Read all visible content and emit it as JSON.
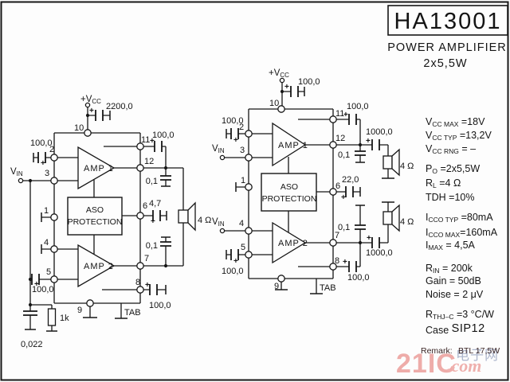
{
  "title_block": {
    "part": "HA13001",
    "type": "POWER  AMPLIFIER",
    "rating": "2x5,5W"
  },
  "specs": [
    {
      "pre": "V",
      "sub": "CC MAX",
      "rest": " =18V"
    },
    {
      "pre": "V",
      "sub": "CC TYP",
      "rest": " =13,2V"
    },
    {
      "pre": "V",
      "sub": "CC RNG",
      "rest": " = –"
    },
    {
      "pre": "P",
      "sub": "O",
      "rest": " =2x5,5W"
    },
    {
      "pre": "R",
      "sub": "L",
      "rest": " =4 Ω"
    },
    {
      "pre": "TDH =10%",
      "sub": "",
      "rest": ""
    },
    {
      "pre": "I",
      "sub": "CCO TYP",
      "rest": " =80mA"
    },
    {
      "pre": "I",
      "sub": "CCO MAX",
      "rest": "=160mA"
    },
    {
      "pre": "I",
      "sub": "MAX",
      "rest": " = 4,5A"
    },
    {
      "pre": "R",
      "sub": "IN",
      "rest": " = 200k"
    },
    {
      "pre": "Gain = 50dB",
      "sub": "",
      "rest": ""
    },
    {
      "pre": "Noise = 2 μV",
      "sub": "",
      "rest": ""
    },
    {
      "pre": "R",
      "sub": "THJ–C",
      "rest": " =3 °C/W"
    },
    {
      "pre": "Case ",
      "sub": "",
      "rest": "SIP12"
    }
  ],
  "remark": {
    "label": "Remark:",
    "value": "BTL 17,5W"
  },
  "watermark": {
    "brand": "21IC",
    "suffix": ".com",
    "cjk": "电子网"
  },
  "left": {
    "vcc": "+V",
    "vcc_sub": "CC",
    "vin": "V",
    "vin_sub": "IN",
    "c_supply": "2200,0",
    "c_in": "100,0",
    "c_p5": "100,0",
    "c_fb_top": "100,0",
    "c_fb_bot": "100,0",
    "c_boot": "4,7",
    "c_out_top": "0,1",
    "c_out_bot": "0,1",
    "c_zobel": "0,022",
    "r_zobel": "1k",
    "amp1": "AMP 1",
    "amp2": "AMP 2",
    "aso1": "ASO",
    "aso2": "PROTECTION",
    "tab": "TAB",
    "load": "4 Ω",
    "plus": "+",
    "p1": "1",
    "p2": "2",
    "p3": "3",
    "p4": "4",
    "p5": "5",
    "p6": "6",
    "p7": "7",
    "p8": "8",
    "p9": "9",
    "p10": "10",
    "p11": "11",
    "p12": "12"
  },
  "mid": {
    "vcc": "+V",
    "vcc_sub": "CC",
    "vin1": "V",
    "vin1_sub": "IN",
    "vin2": "V",
    "vin2_sub": "IN",
    "c_supply": "100,0",
    "c_in1": "100,0",
    "c_in2": "100,0",
    "c_fb_top": "100,0",
    "c_fb_bot": "100,0",
    "c_boot": "22,0",
    "c_out1": "1000,0",
    "c_out2": "1000,0",
    "c_sn1": "0,1",
    "c_sn2": "0,1",
    "amp1": "AMP 1",
    "amp2": "AMP 2",
    "aso1": "ASO",
    "aso2": "PROTECTION",
    "tab": "TAB",
    "load1": "4 Ω",
    "load2": "4 Ω",
    "plus": "+",
    "p1": "1",
    "p2": "2",
    "p3": "3",
    "p4": "4",
    "p5": "5",
    "p6": "6",
    "p7": "7",
    "p8": "8",
    "p9": "9",
    "p10": "10",
    "p11": "11",
    "p12": "12"
  }
}
